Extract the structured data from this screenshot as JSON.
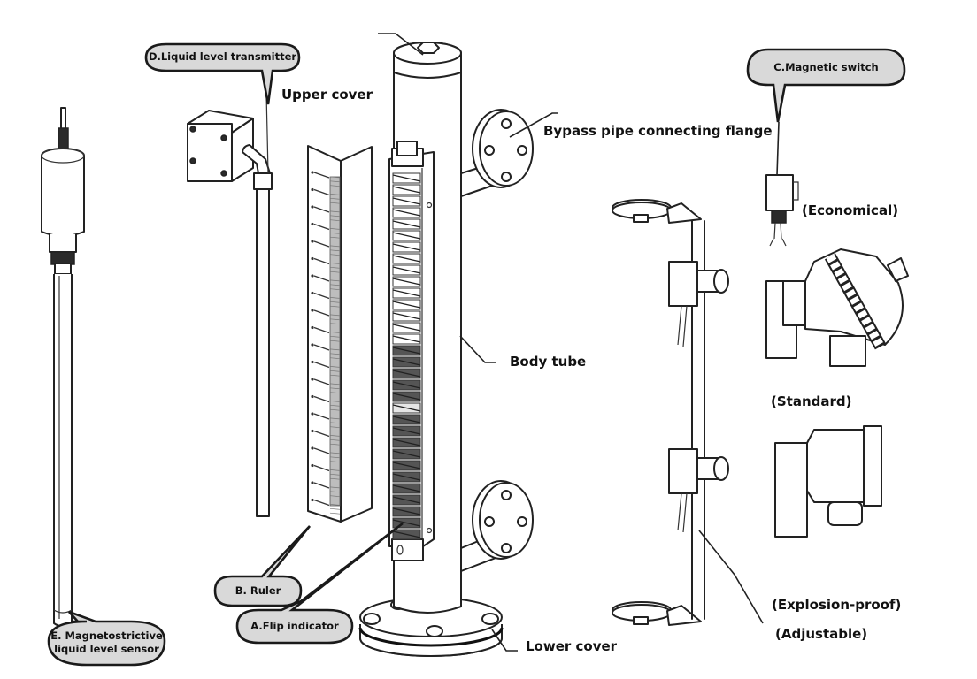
{
  "diagram": {
    "subject": "Magnetic flap level gauge components",
    "callouts": {
      "a": "A.Flip indicator",
      "b": "B. Ruler",
      "c": "C.Magnetic switch",
      "d": "D.Liquid level transmitter",
      "e_line1": "E. Magnetostrictive",
      "e_line2": "liquid level sensor"
    },
    "labels": {
      "upper_cover": "Upper cover",
      "bypass_flange": "Bypass pipe connecting flange",
      "body_tube": "Body tube",
      "lower_cover": "Lower cover",
      "economical": "(Economical)",
      "standard": "(Standard)",
      "explosion_proof": "(Explosion-proof)",
      "adjustable": "(Adjustable)"
    },
    "colors": {
      "bubble_fill": "#d9d9d9",
      "line": "#222222",
      "indicator_dark": "#555555"
    }
  }
}
